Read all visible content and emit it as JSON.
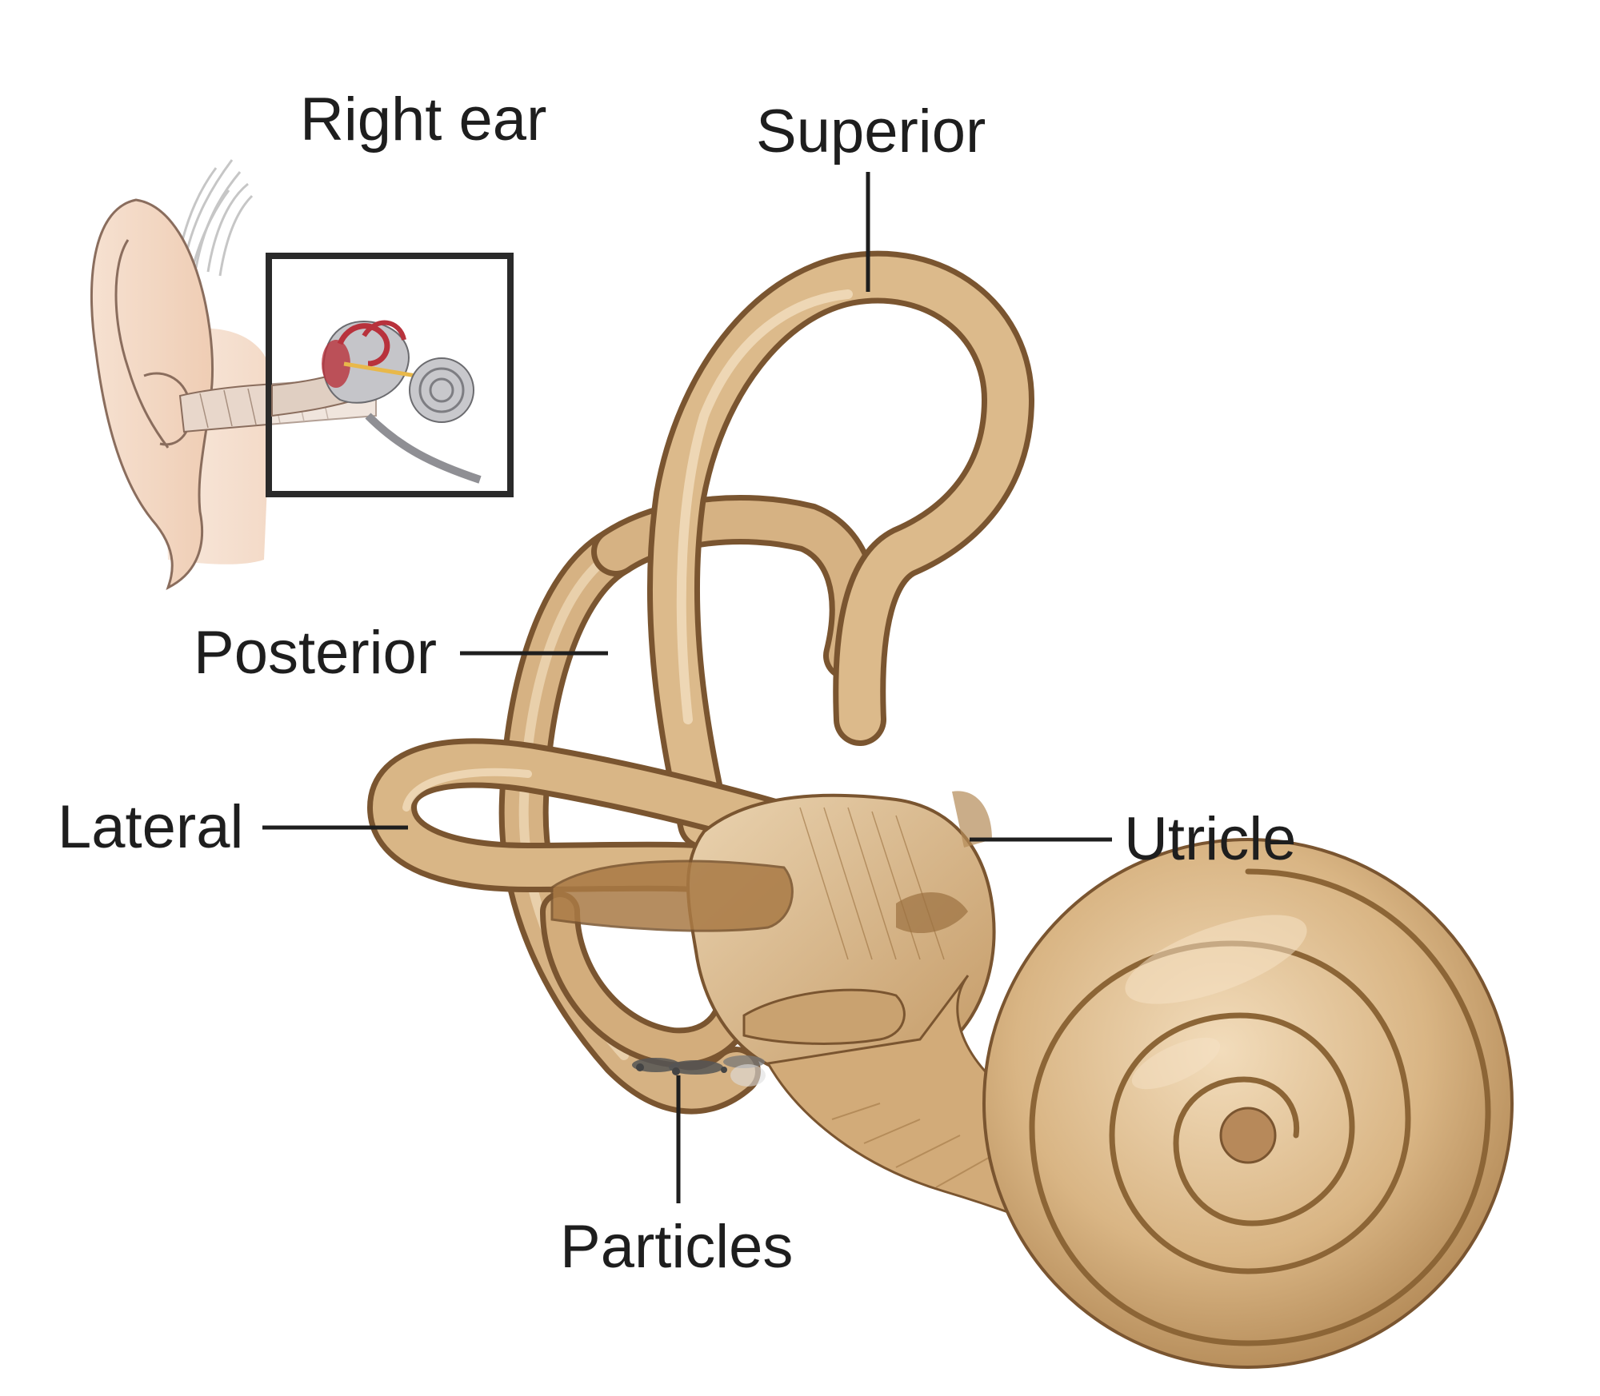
{
  "labels": {
    "right_ear": "Right ear",
    "superior": "Superior",
    "posterior": "Posterior",
    "lateral": "Lateral",
    "utricle": "Utricle",
    "particles": "Particles"
  },
  "colors": {
    "background": "#ffffff",
    "labyrinth_light": "#e8d0ac",
    "labyrinth_mid": "#c9a270",
    "labyrinth_dark": "#9b7140",
    "labyrinth_outline": "#7a5530",
    "skin": "#f1d6c2",
    "skin_outline": "#8a6d5d",
    "hair": "#b9b9b9",
    "inset_frame": "#2a2a2a",
    "inner_ear_red": "#b8323c",
    "inner_ear_gray": "#a9a9ad",
    "particles": "#555555",
    "leader_line": "#1e1e1e",
    "label_text": "#1e1e1e"
  }
}
